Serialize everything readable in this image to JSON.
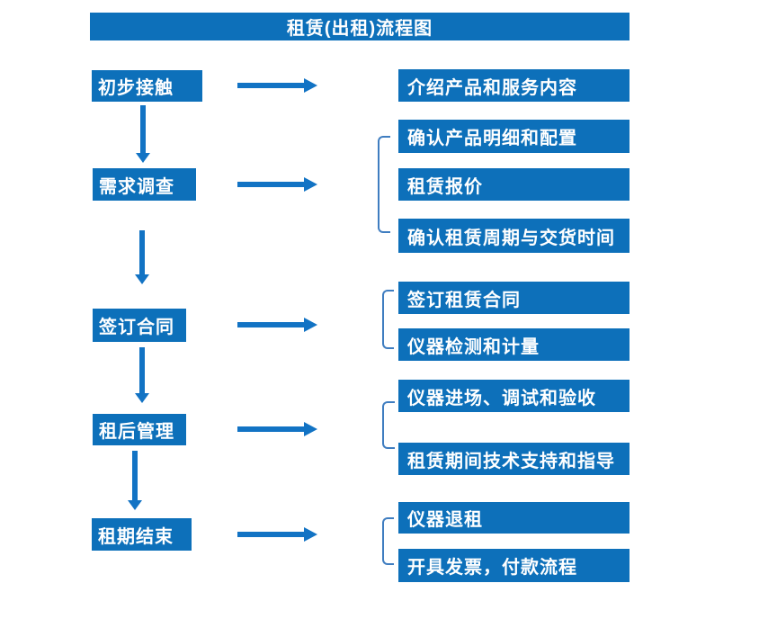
{
  "title": "租赁(出租)流程图",
  "colors": {
    "box_fill": "#0d70ba",
    "arrow": "#1273c4",
    "bracket": "#3f7dc0",
    "text": "#ffffff",
    "background": "#ffffff"
  },
  "stages": [
    {
      "label": "初步接触"
    },
    {
      "label": "需求调查"
    },
    {
      "label": "签订合同"
    },
    {
      "label": "租后管理"
    },
    {
      "label": "租期结束"
    }
  ],
  "details": [
    {
      "label": "介绍产品和服务内容",
      "stage": "初步接触"
    },
    {
      "label": "确认产品明细和配置",
      "stage": "需求调查"
    },
    {
      "label": "租赁报价",
      "stage": "需求调查"
    },
    {
      "label": "确认租赁周期与交货时间",
      "stage": "需求调查"
    },
    {
      "label": "签订租赁合同",
      "stage": "签订合同"
    },
    {
      "label": "仪器检测和计量",
      "stage": "签订合同"
    },
    {
      "label": "仪器进场、调试和验收",
      "stage": "租后管理"
    },
    {
      "label": "租赁期间技术支持和指导",
      "stage": "租后管理"
    },
    {
      "label": "仪器退租",
      "stage": "租期结束"
    },
    {
      "label": "开具发票，付款流程",
      "stage": "租期结束"
    }
  ]
}
